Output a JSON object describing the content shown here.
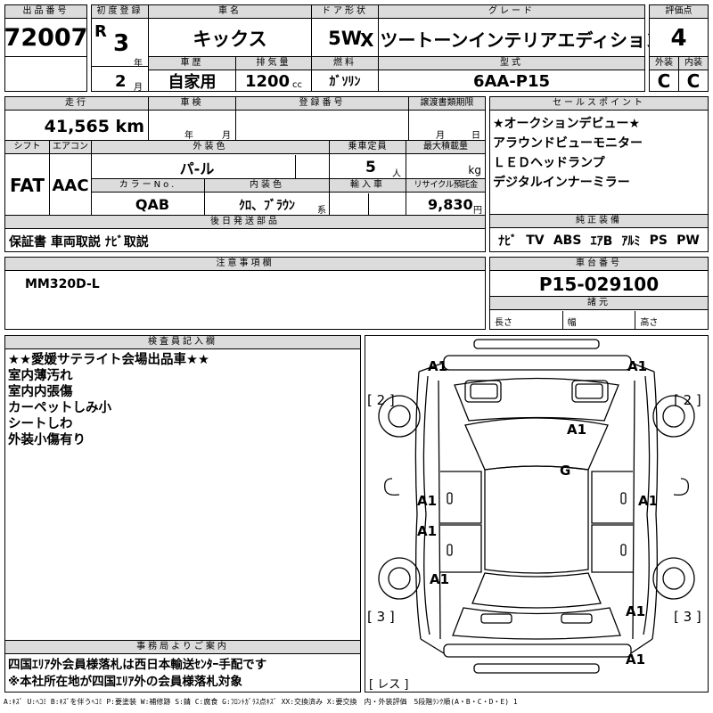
{
  "top": {
    "lot_h": "出品番号",
    "lot": "72007",
    "reg_h": "初度登録",
    "era": "R",
    "year": "3",
    "year_u": "年",
    "month": "2",
    "month_u": "月",
    "car_h": "車名",
    "car": "キックス",
    "door_h": "ドア形状",
    "door": "5W",
    "grade_h": "グレード",
    "grade": "X ツートーンインテリアエディション",
    "score_h": "評価点",
    "score": "4",
    "history_h": "車歴",
    "history": "自家用",
    "cc_h": "排気量",
    "cc": "1200",
    "cc_u": "cc",
    "fuel_h": "燃料",
    "fuel": "ｶﾞｿﾘﾝ",
    "model_h": "型式",
    "model": "6AA-P15",
    "ext_h": "外装",
    "ext": "C",
    "int_h": "内装",
    "int": "C"
  },
  "mid": {
    "mileage_h": "走行",
    "mileage": "41,565 km",
    "inspect_h": "車検",
    "inspect_y": "年",
    "inspect_m": "月",
    "plate_h": "登録番号",
    "transfer_h": "譲渡書類期限",
    "transfer_m": "月",
    "transfer_d": "日",
    "shift_h": "シフト",
    "shift": "FAT",
    "ac_h": "エアコン",
    "ac": "AAC",
    "color_h": "外装色",
    "color": "パ-ル",
    "seats_h": "乗車定員",
    "seats": "5",
    "seats_u": "人",
    "load_h": "最大積載量",
    "load_u": "kg",
    "colorno_h": "カラーNo.",
    "colorno": "QAB",
    "interior_h": "内装色",
    "interior": "ｸﾛ、ﾌﾞﾗｳﾝ",
    "interior_u": "系",
    "import_h": "輸入車",
    "recycle_h": "リサイクル預託金",
    "recycle": "9,830",
    "recycle_u": "円",
    "later_h": "後日発送部品",
    "later": "保証書 車両取説 ﾅﾋﾞ取説"
  },
  "sales": {
    "h": "セールスポイント",
    "items": [
      "★オークションデビュー★",
      "アラウンドビューモニター",
      "ＬＥＤヘッドランプ",
      "デジタルインナーミラー"
    ]
  },
  "equip": {
    "h": "純正装備",
    "items": [
      "ﾅﾋﾞ",
      "TV",
      "ABS",
      "ｴｱB",
      "ｱﾙﾐ",
      "PS",
      "PW"
    ]
  },
  "notes": {
    "h": "注意事項欄",
    "text": "MM320D-L"
  },
  "chassis": {
    "h": "車台番号",
    "value": "P15-029100",
    "dims_h": "諸元",
    "length": "長さ",
    "width": "幅",
    "height": "高さ"
  },
  "inspector": {
    "h": "検査員記入欄",
    "lines": [
      "★★愛媛サテライト会場出品車★★",
      "室内薄汚れ",
      "室内内張傷",
      "カーペットしみ小",
      "シートしわ",
      "外装小傷有り"
    ]
  },
  "office": {
    "h": "事務局よりご案内",
    "lines": [
      "四国ｴﾘｱ外会員様落札は西日本輸送ｾﾝﾀｰ手配です",
      "※本社所在地が四国ｴﾘｱ外の会員様落札対象"
    ]
  },
  "diagram": {
    "marks": {
      "a1_fl": "A1",
      "a1_fr": "A1",
      "a1_hood": "A1",
      "g": "G",
      "a1_dl1": "A1",
      "a1_dr1": "A1",
      "a1_dl2": "A1",
      "a1_rl": "A1",
      "a1_rr": "A1",
      "a1_rear": "A1"
    },
    "labels": {
      "l2": "[ 2 ]",
      "r2": "[ 2 ]",
      "l3": "[ 3 ]",
      "r3": "[ 3 ]",
      "les": "[ レス ]"
    }
  },
  "legend": "A:ｷｽﾞ U:ﾍｺﾐ B:ｷｽﾞを伴うﾍｺﾐ P:要塗装 W:補修跡 S:錆 C:腐食 G:ﾌﾛﾝﾄｶﾞﾗｽ点ｷｽﾞ XX:交換済み X:要交換　内・外装評価　5段階ﾗﾝｸ順(A・B・C・D・E) 1"
}
